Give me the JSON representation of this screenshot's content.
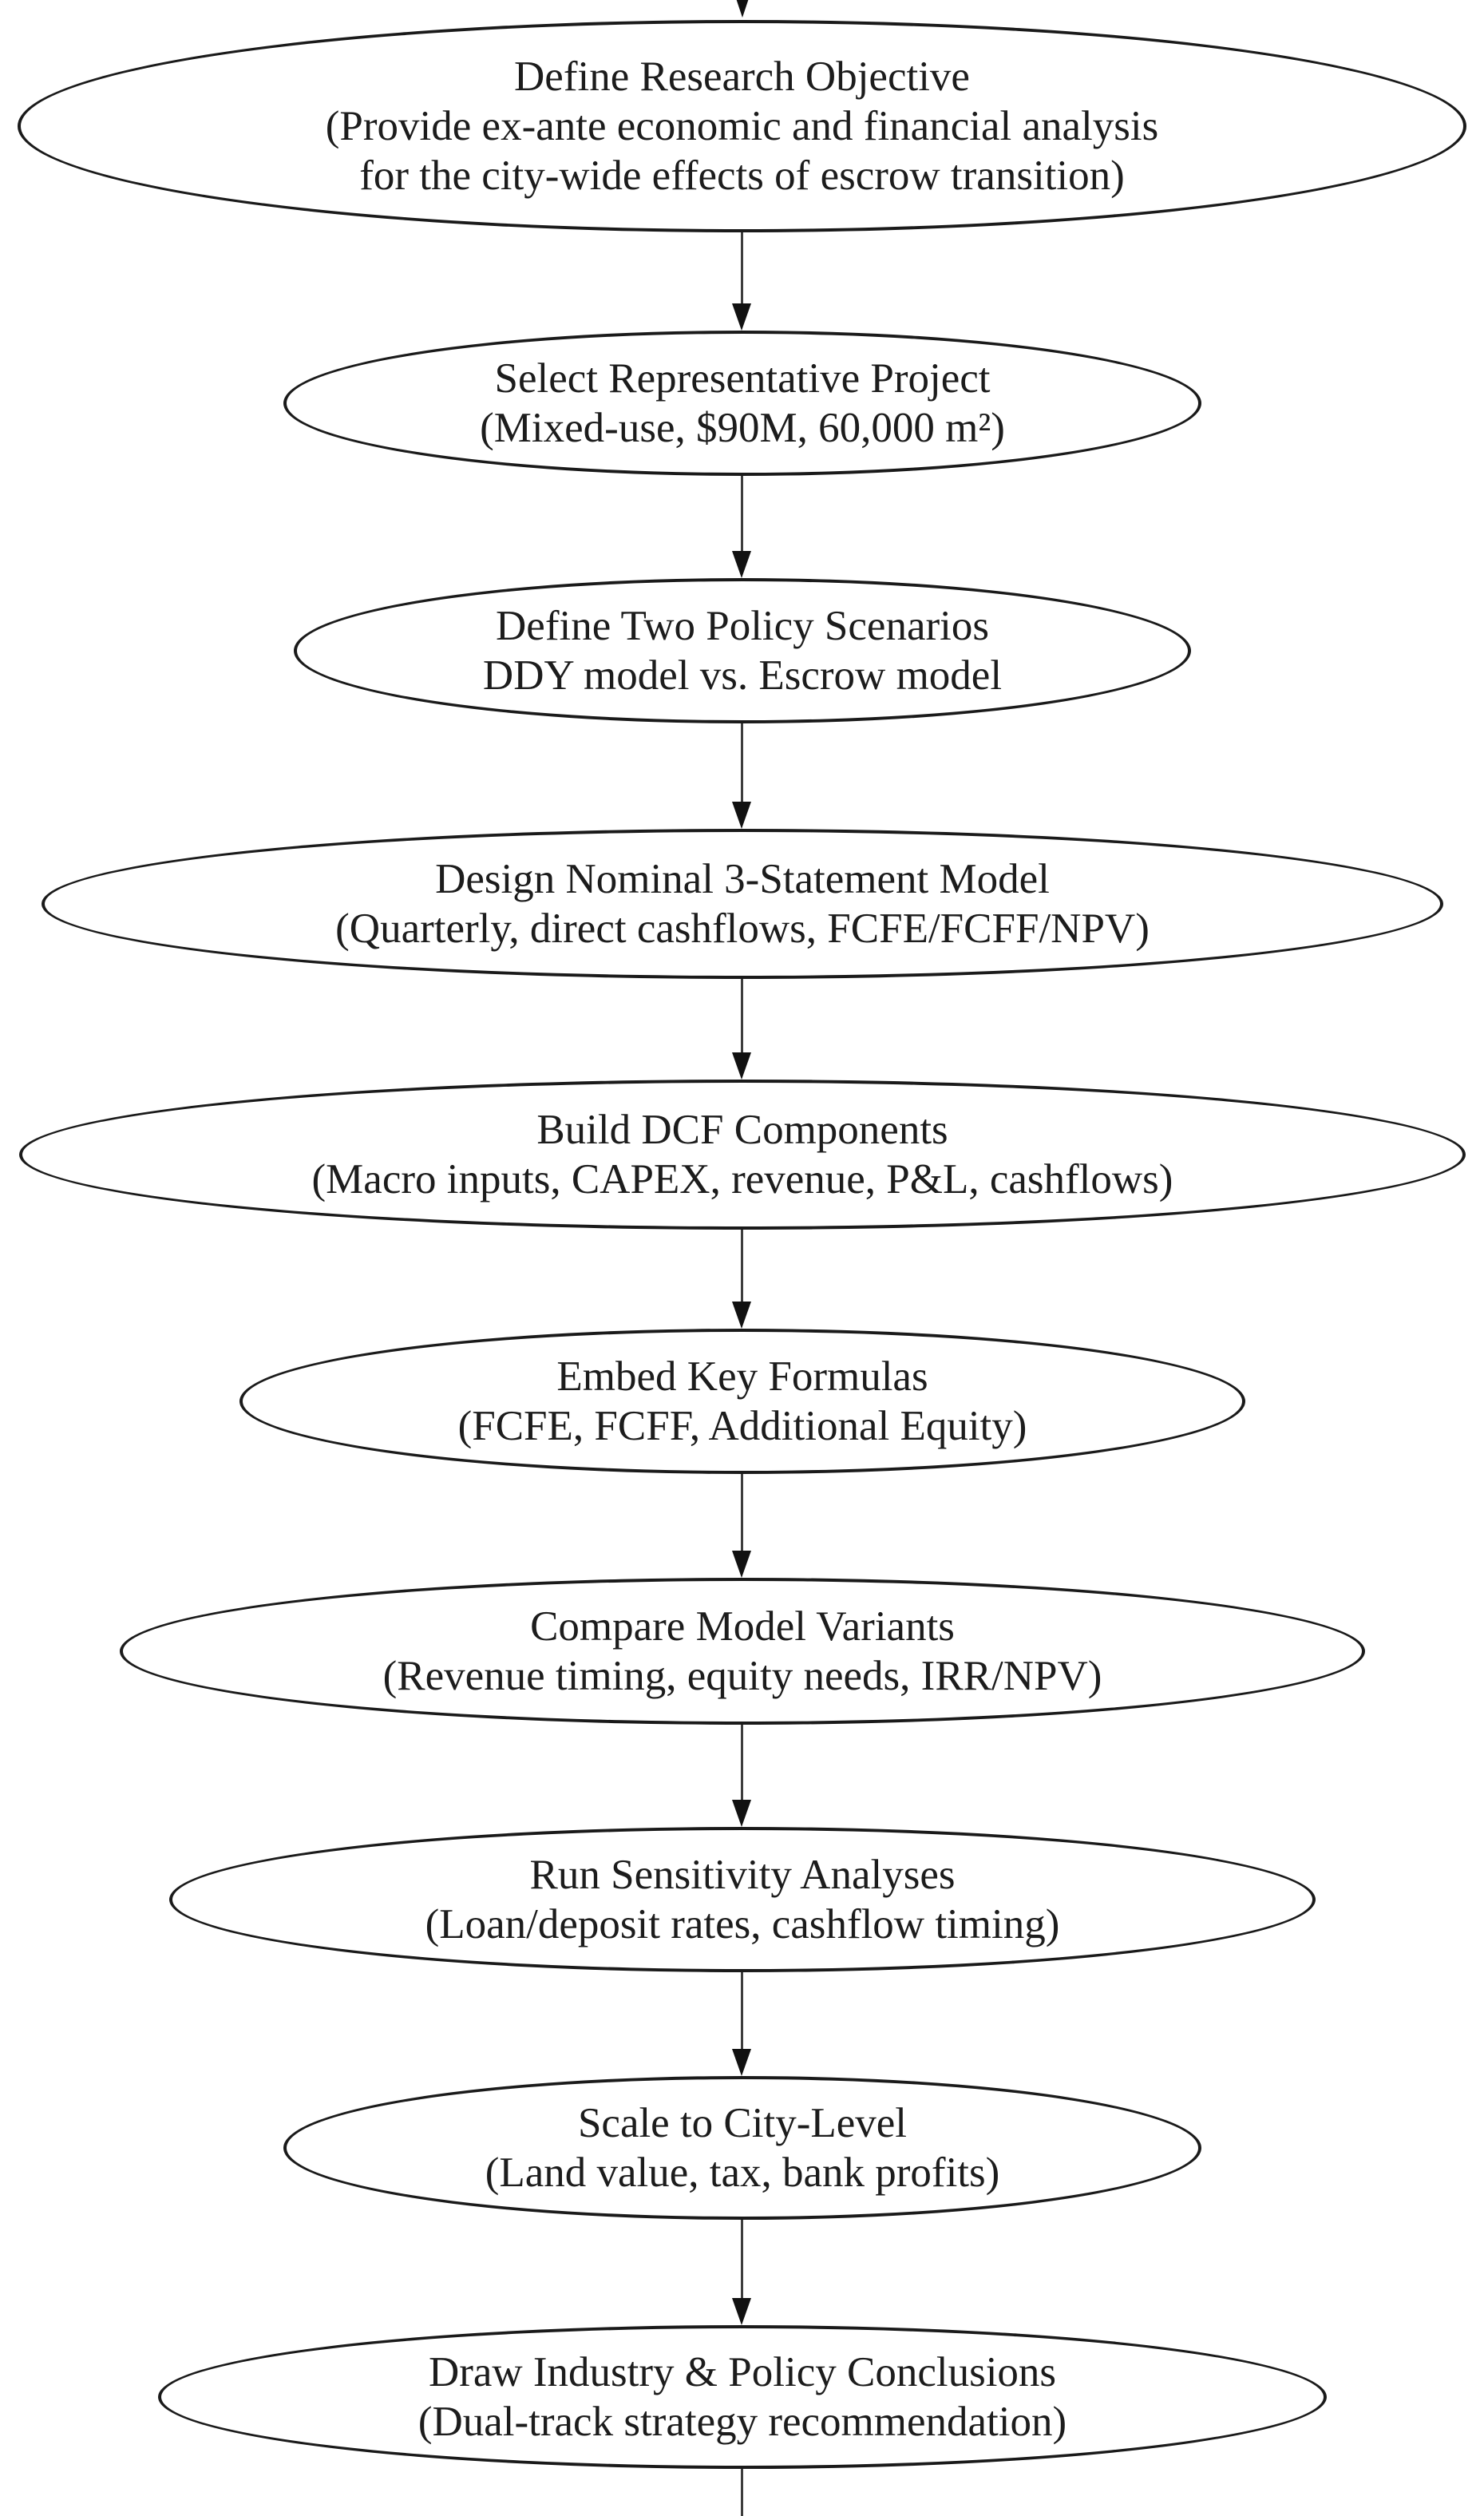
{
  "diagram": {
    "type": "flowchart",
    "direction": "top-down",
    "background_color": "#ffffff",
    "node_fill_color": "#ffffff",
    "node_border_color": "#1a1a1a",
    "edge_color": "#3d3d3d",
    "text_color": "#1c1c1c",
    "nodes": [
      {
        "id": "define-research-objective",
        "lines": [
          "Define Research Objective",
          "(Provide ex-ante economic and financial analysis",
          "for the city-wide effects of escrow transition)"
        ]
      },
      {
        "id": "select-representative-project",
        "lines": [
          "Select Representative Project",
          "(Mixed-use, $90M, 60,000 m²)"
        ]
      },
      {
        "id": "define-two-policy-scenarios",
        "lines": [
          "Define Two Policy Scenarios",
          "DDY model vs. Escrow model"
        ]
      },
      {
        "id": "design-nominal-3-statement-model",
        "lines": [
          "Design Nominal 3-Statement Model",
          "(Quarterly, direct cashflows, FCFE/FCFF/NPV)"
        ]
      },
      {
        "id": "build-dcf-components",
        "lines": [
          "Build DCF Components",
          "(Macro inputs, CAPEX, revenue, P&L, cashflows)"
        ]
      },
      {
        "id": "embed-key-formulas",
        "lines": [
          "Embed Key Formulas",
          "(FCFE, FCFF, Additional Equity)"
        ]
      },
      {
        "id": "compare-model-variants",
        "lines": [
          "Compare Model Variants",
          "(Revenue timing, equity needs, IRR/NPV)"
        ]
      },
      {
        "id": "run-sensitivity-analyses",
        "lines": [
          "Run Sensitivity Analyses",
          "(Loan/deposit rates, cashflow timing)"
        ]
      },
      {
        "id": "scale-to-city-level",
        "lines": [
          "Scale to City-Level",
          "(Land value, tax, bank profits)"
        ]
      },
      {
        "id": "draw-industry-policy-conclusions",
        "lines": [
          "Draw Industry & Policy Conclusions",
          "(Dual-track strategy recommendation)"
        ]
      }
    ],
    "edges": [
      {
        "from": "define-research-objective",
        "to": "select-representative-project"
      },
      {
        "from": "select-representative-project",
        "to": "define-two-policy-scenarios"
      },
      {
        "from": "define-two-policy-scenarios",
        "to": "design-nominal-3-statement-model"
      },
      {
        "from": "design-nominal-3-statement-model",
        "to": "build-dcf-components"
      },
      {
        "from": "build-dcf-components",
        "to": "embed-key-formulas"
      },
      {
        "from": "embed-key-formulas",
        "to": "compare-model-variants"
      },
      {
        "from": "compare-model-variants",
        "to": "run-sensitivity-analyses"
      },
      {
        "from": "run-sensitivity-analyses",
        "to": "scale-to-city-level"
      },
      {
        "from": "scale-to-city-level",
        "to": "draw-industry-policy-conclusions"
      }
    ]
  }
}
